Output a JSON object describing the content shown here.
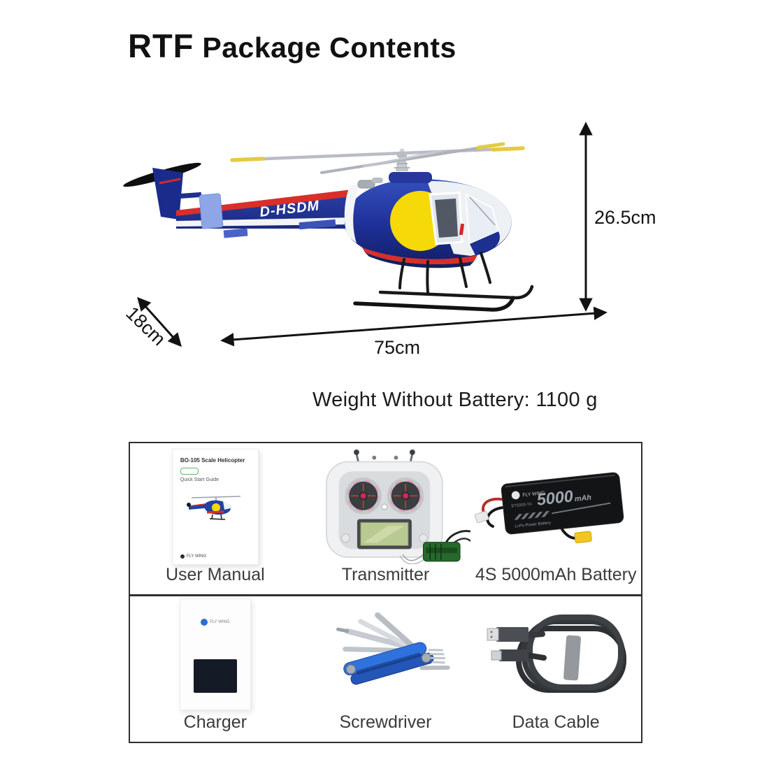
{
  "header": {
    "title_bold": "RTF",
    "title_rest": "Package Contents"
  },
  "figure": {
    "registration": "D-HSDM",
    "dim_height": "26.5cm",
    "dim_depth": "18cm",
    "dim_length": "75cm",
    "weight_note": "Weight Without Battery: 1100 g"
  },
  "package": {
    "items": [
      {
        "label": "User Manual"
      },
      {
        "label": "Transmitter"
      },
      {
        "label": "4S 5000mAh Battery"
      },
      {
        "label": "Charger"
      },
      {
        "label": "Screwdriver"
      },
      {
        "label": "Data Cable"
      }
    ]
  },
  "manual_cover": {
    "title": "BO-105 Scale Helicopter",
    "subtitle": "Quick Start Guide",
    "brand": "FLY WING"
  },
  "battery_print": {
    "brand": "FLY WING",
    "model": "BT5000-T4",
    "capacity": "5000",
    "capacity_unit": "mAh",
    "type": "Li-Po Power Battery"
  },
  "charger_print": {
    "brand": "FLY WING"
  },
  "colors": {
    "heli_blue": "#24399e",
    "heli_navy": "#15246f",
    "heli_red": "#d92f28",
    "heli_yellow": "#f6d908",
    "periwinkle": "#8ea6e8",
    "arrow": "#121212",
    "table_border": "#2f2f2f"
  }
}
